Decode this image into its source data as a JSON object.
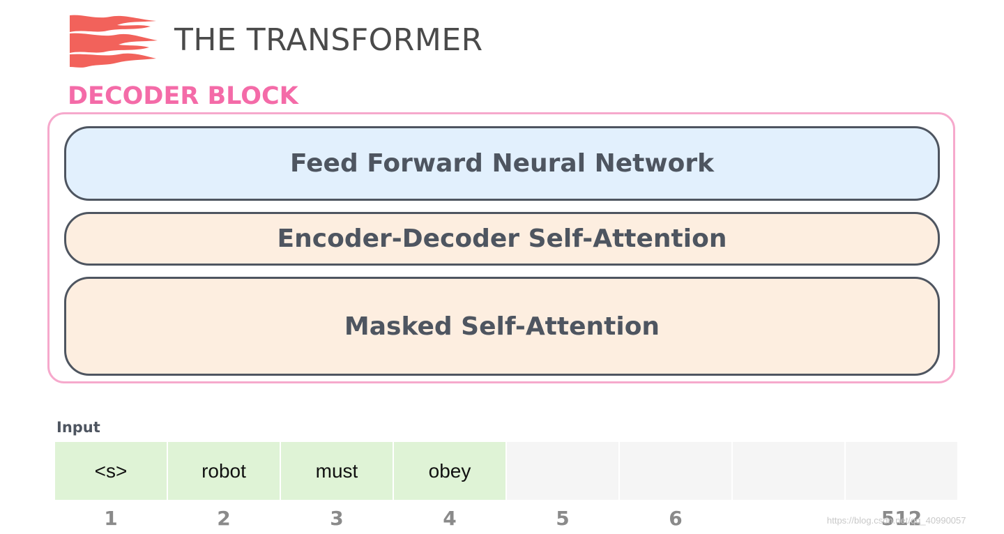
{
  "header": {
    "title": "THE TRANSFORMER",
    "logo_icon": "flame-logo-icon"
  },
  "decoder": {
    "label": "DECODER BLOCK",
    "layers": [
      {
        "label": "Feed Forward Neural Network"
      },
      {
        "label": "Encoder-Decoder Self-Attention"
      },
      {
        "label": "Masked Self-Attention"
      }
    ]
  },
  "input": {
    "label": "Input",
    "tokens": [
      "<s>",
      "robot",
      "must",
      "obey",
      "",
      "",
      "",
      ""
    ],
    "positions": [
      "1",
      "2",
      "3",
      "4",
      "5",
      "6",
      "",
      "512"
    ]
  },
  "watermark": "https://blog.csdn.net/qq_40990057",
  "colors": {
    "title": "#4a4a4a",
    "block_label": "#f46ba8",
    "frame_border": "#f6a9cc",
    "ffnn_fill": "#e2f0fd",
    "attention_fill": "#fdeee0",
    "layer_border": "#4e5560",
    "token_filled": "#dff3d6",
    "token_empty": "#f5f5f5",
    "logo": "#f2625b"
  }
}
